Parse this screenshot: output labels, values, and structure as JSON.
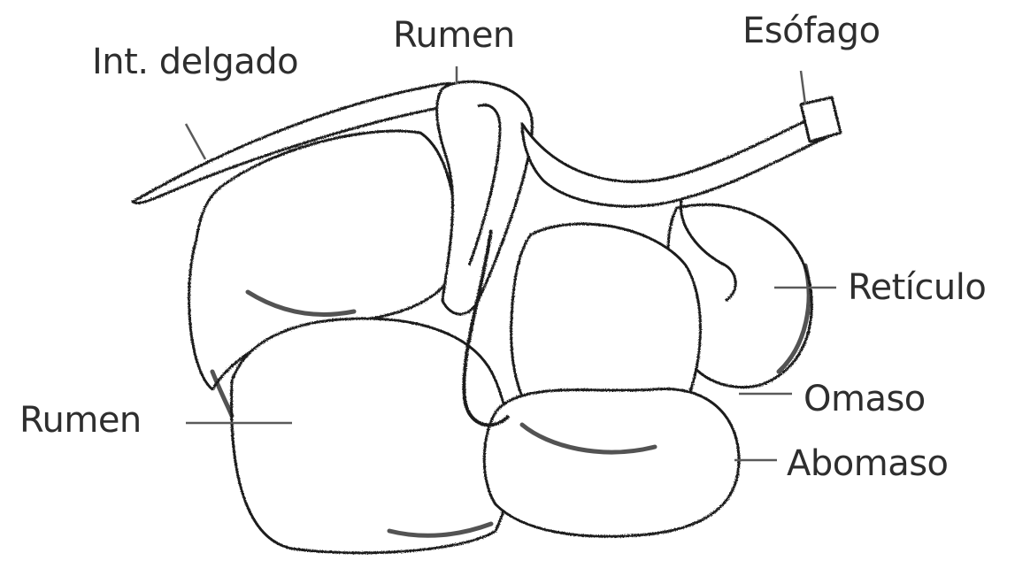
{
  "labels": {
    "int_delgado": "Int. delgado",
    "rumen_top": "Rumen",
    "esofago": "Esófago",
    "reticulo": "Retículo",
    "rumen_left": "Rumen",
    "omaso": "Omaso",
    "abomaso": "Abomaso"
  },
  "colors": {
    "ink": "#1a1a1a",
    "label_text": "#2e2e2e",
    "background": "#ffffff"
  }
}
